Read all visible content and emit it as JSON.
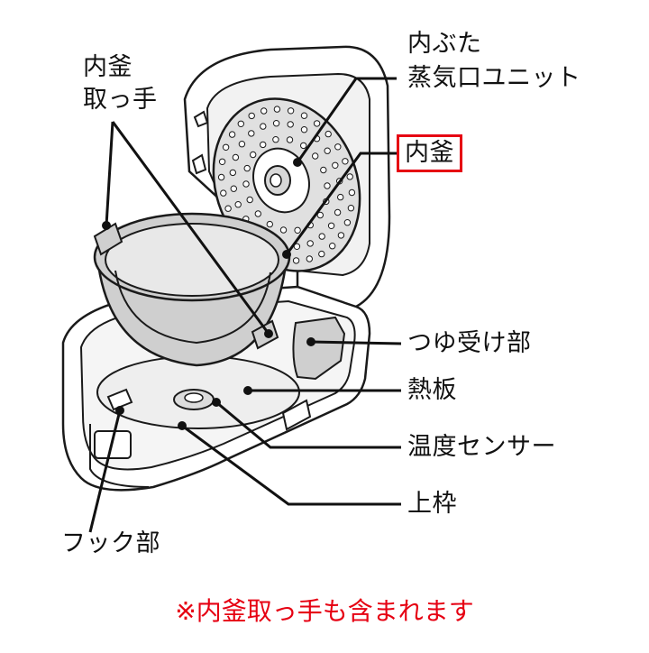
{
  "labels": {
    "inner_handle_line1": "内釜",
    "inner_handle_line2": "取っ手",
    "inner_lid_line1": "内ぶた",
    "inner_lid_line2": "蒸気口ユニット",
    "inner_pot": "内釜",
    "dew_tray": "つゆ受け部",
    "heating_plate": "熱板",
    "temp_sensor": "温度センサー",
    "upper_frame": "上枠",
    "hook": "フック部"
  },
  "note": "※内釜取っ手も含まれます",
  "colors": {
    "highlight": "#e60012",
    "outline": "#1a1a1a",
    "body_fill": "#ffffff",
    "pot_fill": "#cfcfcf",
    "pot_inner": "#e8e8e8",
    "lid_plate": "#e0e0e0"
  }
}
